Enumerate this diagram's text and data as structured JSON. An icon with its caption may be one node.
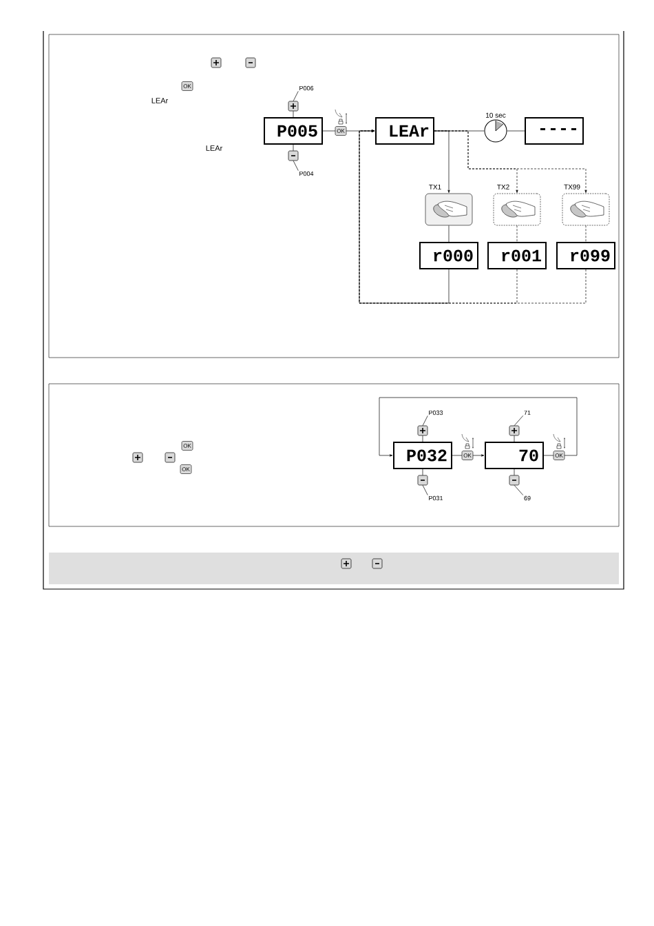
{
  "diagram": {
    "nodes": [
      {
        "text": [
          "P006"
        ]
      },
      {
        "text": [],
        "shape": "box"
      },
      {
        "text": [
          "P005"
        ]
      },
      {
        "text": [],
        "shape": "box"
      },
      {
        "text": [
          "P004"
        ]
      },
      {
        "text": [
          "LEAr"
        ]
      },
      {
        "text": [],
        "shape": "circle",
        "beside": [
          "10 sec"
        ]
      },
      {
        "text": [
          "----"
        ]
      },
      {
        "text": [],
        "shape": "picture",
        "beside": [
          "TX1"
        ]
      },
      {
        "text": [],
        "shape": "picture",
        "beside": [
          "TX2"
        ]
      },
      {
        "text": [],
        "shape": "picture",
        "beside": [
          "TX99"
        ]
      },
      {
        "text": [
          "r000"
        ]
      },
      {
        "text": [
          "r001"
        ]
      },
      {
        "text": [
          "r099"
        ]
      },
      {
        "text": [
          "P033"
        ]
      },
      {
        "text": [],
        "shape": "box"
      },
      {
        "text": [
          "P032"
        ]
      },
      {
        "text": [],
        "shape": "box"
      },
      {
        "text": [
          "P031"
        ]
      },
      {
        "text": [
          "71"
        ]
      },
      {
        "text": [],
        "shape": "box"
      },
      {
        "text": [
          "70"
        ]
      },
      {
        "text": [],
        "shape": "box"
      },
      {
        "text": [
          "69"
        ]
      }
    ],
    "edges": [
      {
        "from": 0,
        "to": 1,
        "arrow": "none"
      },
      {
        "from": 1,
        "to": 2,
        "arrow": "none"
      },
      {
        "from": 2,
        "to": 3,
        "arrow": "none"
      },
      {
        "from": 4,
        "to": 3,
        "arrow": "none"
      },
      {
        "from": 2,
        "to": 5,
        "arrow": "to"
      },
      {
        "from": 5,
        "to": 6,
        "arrow": "none"
      },
      {
        "from": 6,
        "to": 7,
        "arrow": "none"
      },
      {
        "from": 5,
        "to": 8,
        "arrow": "to"
      },
      {
        "from": 5,
        "to": 9,
        "arrow": "to",
        "style": "dashed"
      },
      {
        "from": 5,
        "to": 10,
        "arrow": "to",
        "style": "dashed"
      },
      {
        "from": 8,
        "to": 11,
        "arrow": "none"
      },
      {
        "from": 9,
        "to": 12,
        "arrow": "none",
        "style": "dashed"
      },
      {
        "from": 10,
        "to": 13,
        "arrow": "none",
        "style": "dashed"
      },
      {
        "from": 11,
        "to": 5,
        "arrow": "to"
      },
      {
        "from": 12,
        "to": 5,
        "arrow": "to",
        "style": "dashed"
      },
      {
        "from": 13,
        "to": 5,
        "arrow": "to",
        "style": "dashed"
      },
      {
        "from": 14,
        "to": 15,
        "arrow": "none"
      },
      {
        "from": 15,
        "to": 16,
        "arrow": "none"
      },
      {
        "from": 16,
        "to": 17,
        "arrow": "none"
      },
      {
        "from": 18,
        "to": 17,
        "arrow": "none"
      },
      {
        "from": 19,
        "to": 20,
        "arrow": "none"
      },
      {
        "from": 20,
        "to": 21,
        "arrow": "none"
      },
      {
        "from": 21,
        "to": 22,
        "arrow": "none"
      },
      {
        "from": 23,
        "to": 22,
        "arrow": "none"
      },
      {
        "from": 16,
        "to": 21,
        "arrow": "to"
      },
      {
        "from": 21,
        "to": 16,
        "arrow": "to"
      }
    ],
    "labels": [
      "OK",
      "LEAr",
      "OK",
      "LEAr",
      "OK",
      "OK",
      "OK",
      "OK"
    ]
  }
}
